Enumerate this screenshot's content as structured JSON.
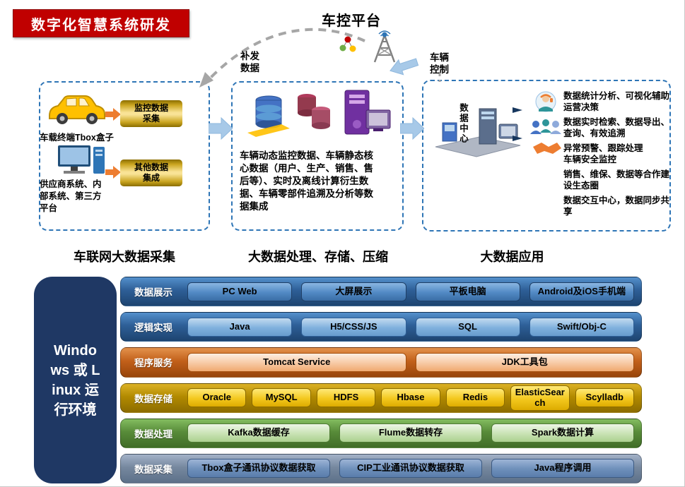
{
  "colors": {
    "badge_red": "#C00000",
    "box_border_blue": "#2E75B6",
    "arrow_light_blue": "#A7C9E8",
    "pill_gold": "#FFC000",
    "env_navy": "#1F3864",
    "row_blue": "#2E75B6",
    "row_orange": "#C2601A",
    "row_gold": "#B28A00",
    "row_green": "#588B39",
    "row_slate": "#76889F"
  },
  "header": {
    "badge": "数字化智慧系统研发",
    "platform_title": "车控平台",
    "resend_label": "补发\n数据",
    "control_label": "车辆\n控制"
  },
  "flow": {
    "left_box": {
      "car_caption": "车载终端Tbox盒子",
      "pill_monitor": "监控数据采集",
      "pill_other": "其他数据集成",
      "supplier_caption": "供应商系统、内部系统、第三方平台"
    },
    "middle_box": {
      "description": "车辆动态监控数据、车辆静态核心数据（用户、生产、销售、售后等）、实时及离线计算衍生数据、车辆零部件追溯及分析等数据集成"
    },
    "right_box": {
      "datacenter_label": "数据中心",
      "bullets": [
        "数据统计分析、可视化辅助运营决策",
        "数据实时检索、数据导出、查询、有效追溯",
        "异常预警、跟踪处理\n车辆安全监控",
        "销售、维保、数据等合作建设生态圈",
        "数据交互中心，数据同步共享"
      ]
    }
  },
  "sections": {
    "collect": "车联网大数据采集",
    "process": "大数据处理、存储、压缩",
    "apply": "大数据应用"
  },
  "stack": {
    "environment": "Windows 或 Linux 运行环境",
    "rows": [
      {
        "label": "数据展示",
        "items": [
          "PC Web",
          "大屏展示",
          "平板电脑",
          "Android及iOS手机端"
        ]
      },
      {
        "label": "逻辑实现",
        "items": [
          "Java",
          "H5/CSS/JS",
          "SQL",
          "Swift/Obj-C"
        ]
      },
      {
        "label": "程序服务",
        "items": [
          "Tomcat Service",
          "JDK工具包"
        ]
      },
      {
        "label": "数据存储",
        "items": [
          "Oracle",
          "MySQL",
          "HDFS",
          "Hbase",
          "Redis",
          "ElasticSearch",
          "Scylladb"
        ]
      },
      {
        "label": "数据处理",
        "items": [
          "Kafka数据缓存",
          "Flume数据转存",
          "Spark数据计算"
        ]
      },
      {
        "label": "数据采集",
        "items": [
          "Tbox盒子通讯协议数据获取",
          "CIP工业通讯协议数据获取",
          "Java程序调用"
        ]
      }
    ]
  },
  "icons": {
    "platform": "cell-tower-with-network-nodes",
    "car": "yellow-car",
    "computer": "desktop-computer",
    "databases": "database-cylinders-and-server",
    "datacenter": "server-platform",
    "support": "support-agent",
    "partners": "people-group",
    "handshake": "handshake"
  }
}
